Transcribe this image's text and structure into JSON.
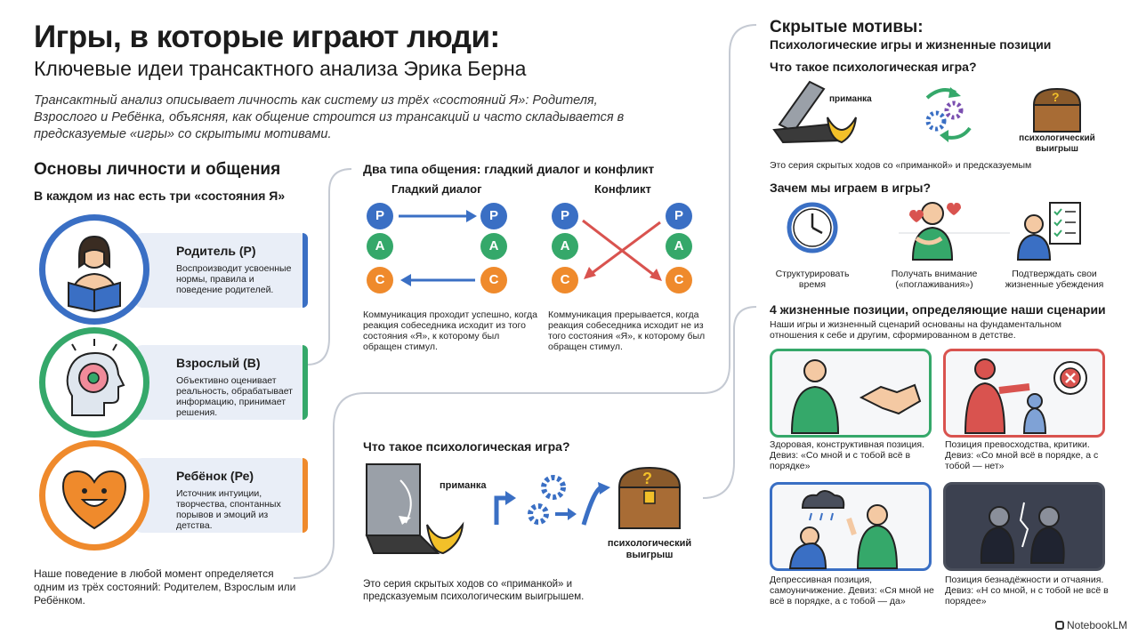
{
  "header": {
    "title": "Игры, в которые играют люди:",
    "subtitle": "Ключевые идеи трансактного анализа Эрика Берна",
    "intro": "Трансактный анализ описывает личность как систему из трёх «состояний Я»: Родителя, Взрослого и Ребёнка, объясняя, как общение строится из трансакций и часто складывается в предсказуемые «игры» со скрытыми мотивами."
  },
  "basics": {
    "heading": "Основы личности и общения",
    "subheading": "В каждом из нас есть три «состояния Я»",
    "states": [
      {
        "name": "Родитель (Р)",
        "desc": "Воспроизводит усвоенные нормы, правила и поведение родителей.",
        "color": "#3a6fc4"
      },
      {
        "name": "Взрослый (В)",
        "desc": "Объективно оценивает реальность, обрабатывает информацию, принимает решения.",
        "color": "#35a86a"
      },
      {
        "name": "Ребёнок (Ре)",
        "desc": "Источник интуиции, творчества, спонтанных порывов и эмоций из детства.",
        "color": "#ef8a2c"
      }
    ],
    "footer": "Наше поведение в любой момент определяется одним из трёх состояний: Родителем, Взрослым или Ребёнком."
  },
  "communication": {
    "heading": "Два типа общения: гладкий диалог и конфликт",
    "smooth_label": "Гладкий диалог",
    "conflict_label": "Конфликт",
    "node_labels": [
      "Р",
      "А",
      "С"
    ],
    "smooth_text": "Коммуникация проходит успешно, когда реакция собеседника исходит из того состояния «Я», к которому был обращен стимул.",
    "conflict_text": "Коммуникация прерывается, когда реакция собеседника исходит не из того состояния «Я», к которому был обращен стимул."
  },
  "game_center": {
    "heading": "Что такое психологическая игра?",
    "bait": "приманка",
    "payoff": "психологический выигрыш",
    "text": "Это серия скрытых ходов со «приманкой» и предсказуемым психологическим выигрышем."
  },
  "hidden": {
    "heading": "Скрытые мотивы:",
    "subheading": "Психологические игры и жизненные позиции",
    "what_heading": "Что такое психологическая игра?",
    "bait": "приманка",
    "payoff": "психологический выигрыш",
    "what_text": "Это серия скрытых ходов со «приманкой» и предсказуемым",
    "why_heading": "Зачем мы играем в игры?",
    "reasons": [
      "Структурировать время",
      "Получать внимание («поглаживания»)",
      "Подтверждать свои жизненные убеждения"
    ]
  },
  "positions": {
    "heading": "4 жизненные позиции, определяющие наши сценарии",
    "intro": "Наши игры и жизненный сценарий основаны на фундаментальном отношения к себе и другим, сформированном в детстве.",
    "items": [
      {
        "text": "Здоровая, конструктивная позиция. Девиз: «Со мной и с тобой всё в порядке»",
        "color": "#35a86a"
      },
      {
        "text": "Позиция превосходства, критики. Девиз: «Со мной всё в порядке, а с тобой — нет»",
        "color": "#d9534f"
      },
      {
        "text": "Депрессивная позиция, самоуничижение. Девиз: «Ся мной не всё в порядке, а с тобой — да»",
        "color": "#3a6fc4"
      },
      {
        "text": "Позиция безнадёжности и отчаяния. Девиз: «Н со мной, н с тобой не всё в порядее»",
        "color": "#4a4f5c"
      }
    ]
  },
  "brand": "NotebookLM"
}
